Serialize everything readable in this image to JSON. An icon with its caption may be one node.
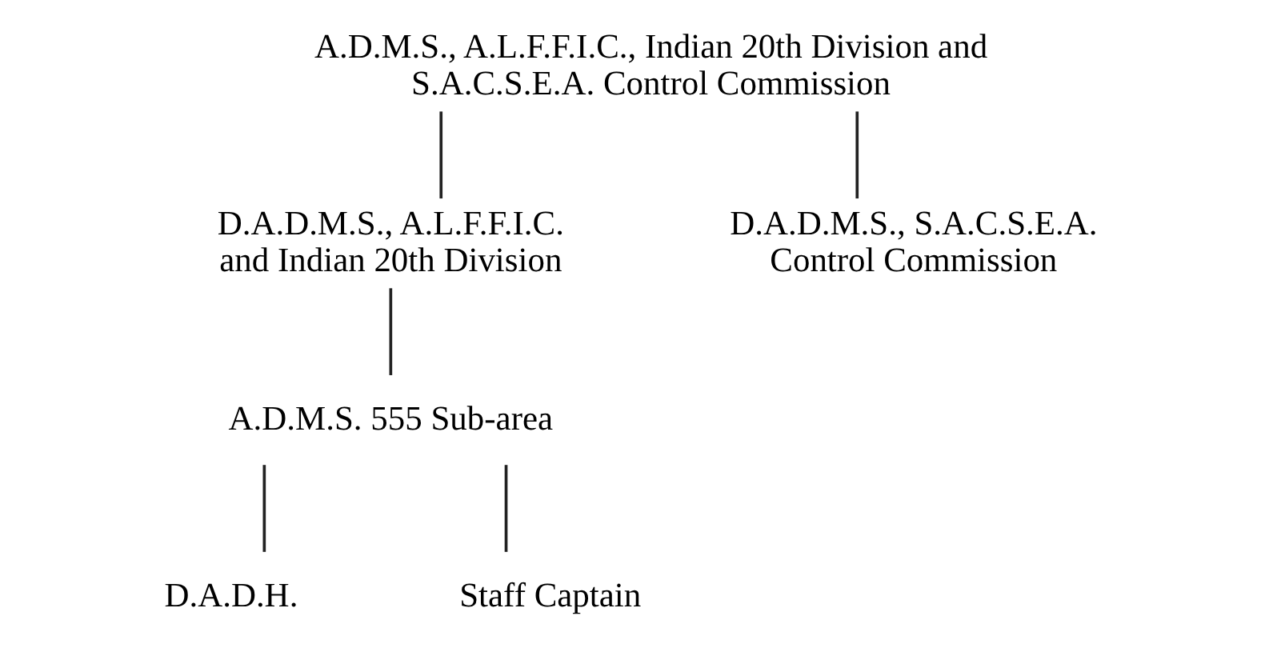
{
  "diagram": {
    "nodes": [
      {
        "text": [
          "A.D.M.S., A.L.F.F.I.C., Indian 20th Division and S.A.C.S.E.A. Control Commission"
        ]
      },
      {
        "text": [
          "D.A.D.M.S., A.L.F.F.I.C. and Indian 20th Division"
        ]
      },
      {
        "text": [
          "D.A.D.M.S., S.A.C.S.E.A. Control Commission"
        ]
      },
      {
        "text": [
          "A.D.M.S. 555 Sub-area"
        ]
      },
      {
        "text": [
          "D.A.D.H."
        ]
      },
      {
        "text": [
          "Staff Captain"
        ]
      }
    ],
    "edges": [
      {
        "from": 0,
        "to": 1,
        "arrow": "none"
      },
      {
        "from": 0,
        "to": 2,
        "arrow": "none"
      },
      {
        "from": 1,
        "to": 3,
        "arrow": "none"
      },
      {
        "from": 3,
        "to": 4,
        "arrow": "none"
      },
      {
        "from": 3,
        "to": 5,
        "arrow": "none"
      }
    ]
  }
}
